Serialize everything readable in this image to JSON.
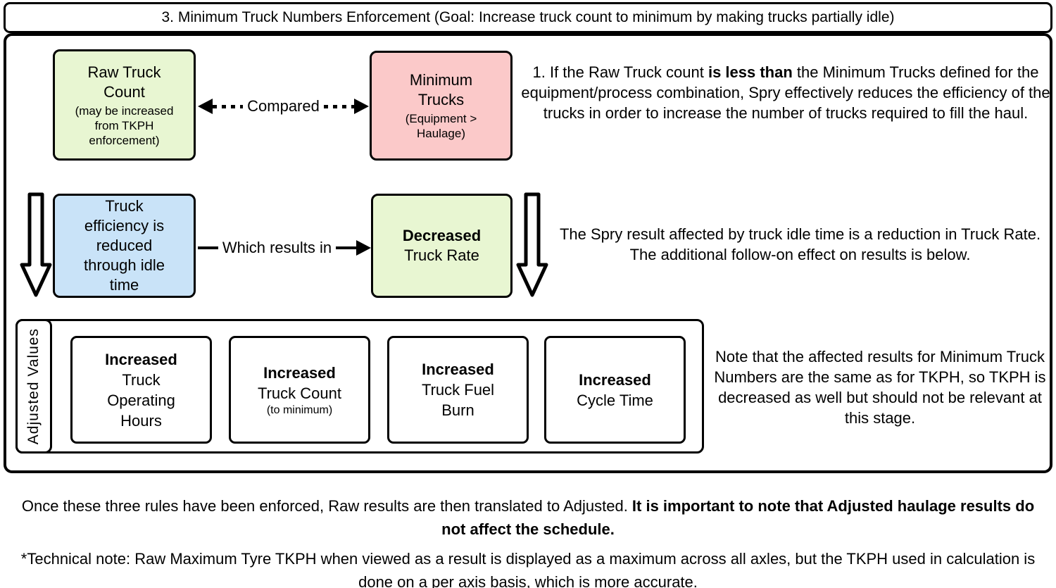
{
  "title": "3. Minimum Truck Numbers Enforcement (Goal: Increase truck count to minimum by making trucks partially idle)",
  "colors": {
    "pale_green": "#E8F6D2",
    "pink": "#FBC9C9",
    "blue": "#C9E3F8",
    "border": "#000000"
  },
  "row1": {
    "raw_truck_count": {
      "title": "Raw Truck Count",
      "subtitle": "(may be increased from TKPH enforcement)"
    },
    "compared_label": "Compared",
    "minimum_trucks": {
      "title": "Minimum Trucks",
      "subtitle": "(Equipment > Haulage)"
    },
    "rule": {
      "before": "1. If the Raw Truck count ",
      "bold": "is less than",
      "after": " the Minimum Trucks defined for the equipment/process combination, Spry effectively reduces the efficiency of the trucks in order to increase the number of trucks required to fill the haul."
    }
  },
  "row2": {
    "truck_efficiency": "Truck efficiency is reduced through idle time",
    "results_label": "Which results in",
    "decreased": {
      "bold": "Decreased",
      "rest": "Truck Rate"
    },
    "note": "The Spry result affected by truck idle time is a reduction in Truck Rate. The additional follow-on effect on results is below."
  },
  "row3": {
    "tab_label": "Adjusted Values",
    "boxes": [
      {
        "bold": "Increased",
        "rest": "Truck Operating Hours",
        "sub": ""
      },
      {
        "bold": "Increased",
        "rest": "Truck Count",
        "sub": "(to minimum)"
      },
      {
        "bold": "Increased",
        "rest": "Truck Fuel Burn",
        "sub": ""
      },
      {
        "bold": "Increased",
        "rest": "Cycle Time",
        "sub": ""
      }
    ],
    "note": "Note that the affected results for Minimum Truck Numbers are the same as for TKPH, so TKPH is decreased as well but should not be relevant at this stage."
  },
  "footer": {
    "translated_before": "Once these three rules have been enforced, Raw results are then translated to Adjusted. ",
    "translated_bold": "It is important to note that Adjusted haulage results do not affect the schedule.",
    "technical": "*Technical note: Raw Maximum Tyre TKPH when viewed as a result is displayed as a maximum across all axles, but the TKPH used in calculation is done on a per axis basis, which is more accurate."
  }
}
